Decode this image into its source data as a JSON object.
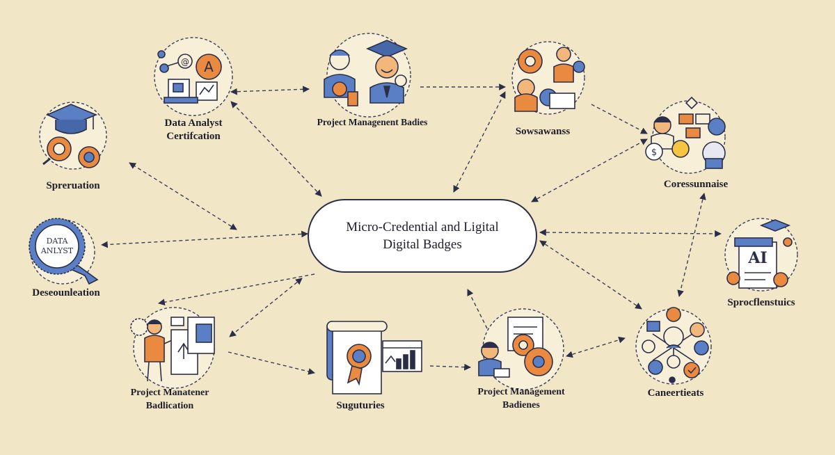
{
  "center": {
    "line1": "Micro-Credential and Ligital",
    "line2": "Digital Badges"
  },
  "nodes": {
    "data_analyst": {
      "line1": "Data Analyst",
      "line2": "Certifcation"
    },
    "pm_badies": {
      "line1": "Project Managenent Badies"
    },
    "sowsawanss": {
      "line1": "Sowsawanss"
    },
    "spreruation": {
      "line1": "Spreruation"
    },
    "coress": {
      "line1": "Coressunnaise"
    },
    "deseon": {
      "line1": "Deseounleation"
    },
    "sprocflen": {
      "line1": "Sprocflenstuics"
    },
    "pm_badication": {
      "line1": "Project Manatener",
      "line2": "Badlication"
    },
    "suguturies": {
      "line1": "Suguturies"
    },
    "pm_badienes": {
      "line1": "Project Management",
      "line2": "Badienes"
    },
    "caneer": {
      "line1": "Caneertieats"
    }
  },
  "badge": {
    "line1": "DATA",
    "line2": "ANLYST"
  },
  "ai_label": "AI",
  "icons": {
    "spreruation": "graduation-cap-gears-icon",
    "data_analyst": "analytics-certificate-icon",
    "pm_badies": "graduate-people-icon",
    "sowsawanss": "gears-people-icon",
    "coress": "workflow-people-icon",
    "deseon": "data-analyst-badge-icon",
    "sprocflen": "ai-document-icon",
    "pm_badication": "presenter-board-icon",
    "suguturies": "certificate-chart-icon",
    "pm_badienes": "worker-gears-icon",
    "caneer": "network-people-icon"
  },
  "colors": {
    "background": "#f1e6c6",
    "blue": "#5b7fc4",
    "orange": "#e98a40",
    "line": "#2b2e48"
  }
}
